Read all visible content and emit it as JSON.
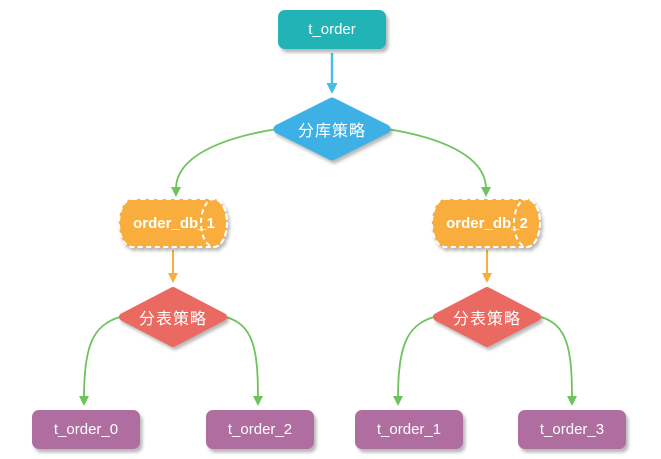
{
  "nodes": {
    "t_order": {
      "label": "t_order"
    },
    "db_strategy": {
      "label": "分库策略"
    },
    "order_db_1": {
      "label": "order_db_1"
    },
    "order_db_2": {
      "label": "order_db_2"
    },
    "table_strategy_left": {
      "label": "分表策略"
    },
    "table_strategy_right": {
      "label": "分表策略"
    },
    "t_order_0": {
      "label": "t_order_0"
    },
    "t_order_2": {
      "label": "t_order_2"
    },
    "t_order_1": {
      "label": "t_order_1"
    },
    "t_order_3": {
      "label": "t_order_3"
    }
  },
  "edges": [
    {
      "from": "t_order",
      "to": "db_strategy"
    },
    {
      "from": "db_strategy",
      "to": "order_db_1"
    },
    {
      "from": "db_strategy",
      "to": "order_db_2"
    },
    {
      "from": "order_db_1",
      "to": "table_strategy_left"
    },
    {
      "from": "order_db_2",
      "to": "table_strategy_right"
    },
    {
      "from": "table_strategy_left",
      "to": "t_order_0"
    },
    {
      "from": "table_strategy_left",
      "to": "t_order_2"
    },
    {
      "from": "table_strategy_right",
      "to": "t_order_1"
    },
    {
      "from": "table_strategy_right",
      "to": "t_order_3"
    }
  ],
  "colors": {
    "teal": "#22b3b7",
    "blue": "#3db1e5",
    "arrow_blue": "#45bee8",
    "orange": "#f8ad3d",
    "red": "#ea6a62",
    "purple": "#af6da0",
    "green": "#6ec35c",
    "background": "#ffffff",
    "text": "#ffffff"
  }
}
